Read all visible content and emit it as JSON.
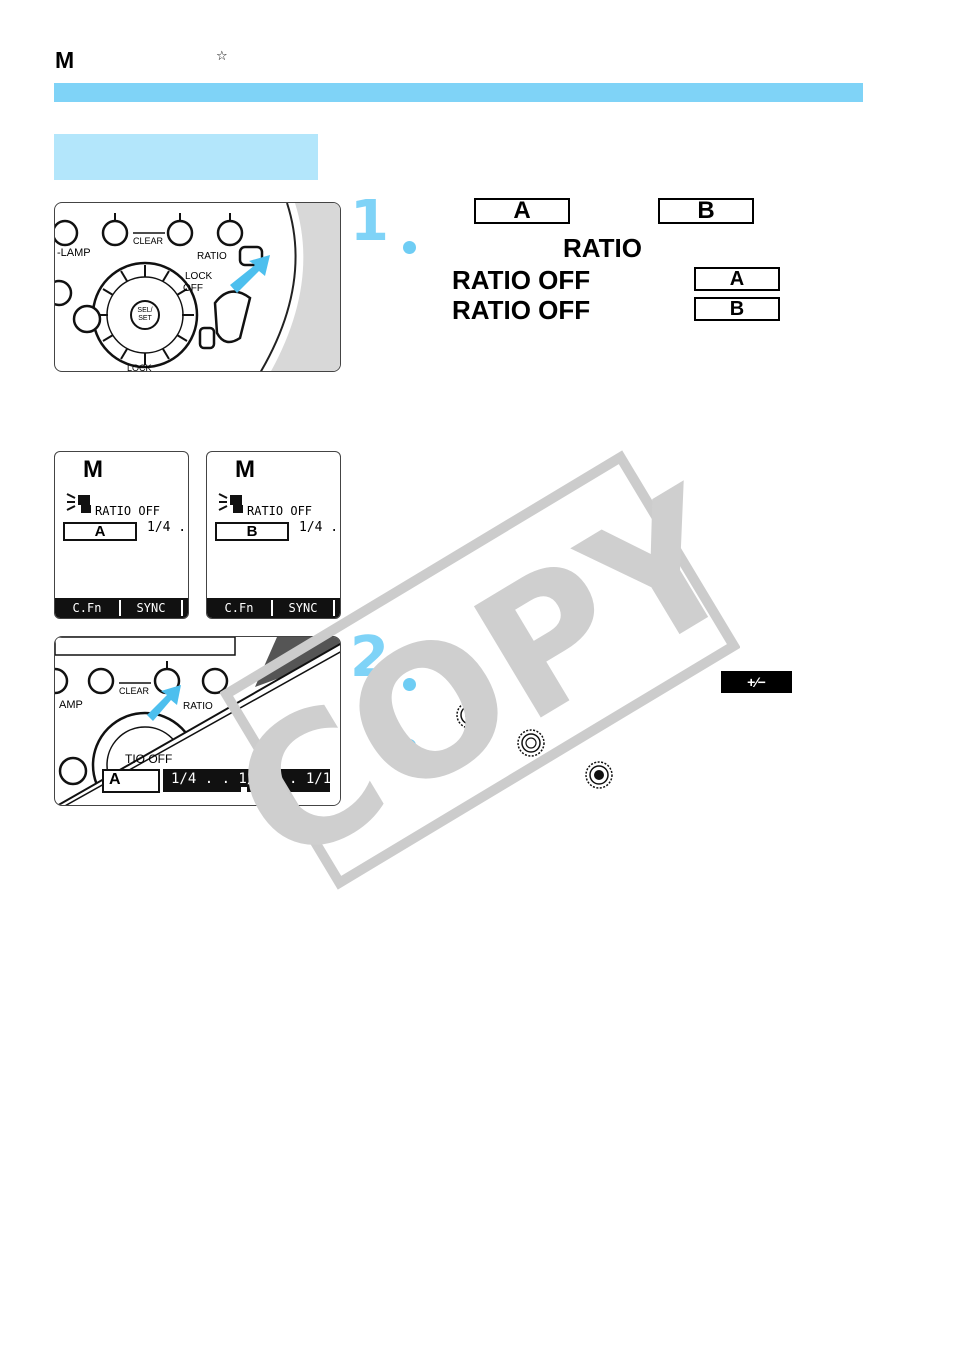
{
  "header": {
    "mode_letter": "M",
    "star_mark": "☆"
  },
  "step1": {
    "number": "1",
    "group_a": "A",
    "group_b": "B",
    "button_name": "RATIO",
    "ratio_off": "RATIO OFF"
  },
  "step2": {
    "number": "2",
    "plus_minus": "+⁄−"
  },
  "figure_unit": {
    "labels": {
      "lamp": "-LAMP",
      "clear": "CLEAR",
      "ratio": "RATIO",
      "lock": "LOCK",
      "off": "OFF",
      "sel_set": "SEL/ SET",
      "lock_bottom": "LOCK"
    }
  },
  "lcd_a": {
    "mode": "M",
    "ratio_off": "RATIO OFF",
    "group": "A",
    "power": "1/4 .",
    "fn1": "C.Fn",
    "fn2": "SYNC"
  },
  "lcd_b": {
    "mode": "M",
    "ratio_off": "RATIO OFF",
    "group": "B",
    "power": "1/4 .",
    "fn1": "C.Fn",
    "fn2": "SYNC"
  },
  "figure_scale": {
    "labels": {
      "lamp": "AMP",
      "clear": "CLEAR",
      "ratio": "RATIO",
      "ratio_off": "TIO OFF",
      "group": "A",
      "scale": "1/4 . . 1/2 . . 1/1"
    }
  },
  "watermark": "COPY"
}
